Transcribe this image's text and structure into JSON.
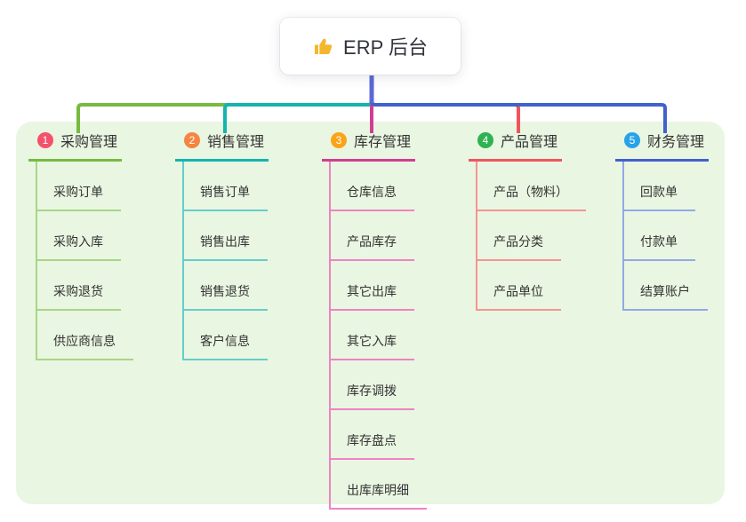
{
  "canvas": {
    "background": "#ffffff",
    "panel_background": "#e9f6e2"
  },
  "root": {
    "title": "ERP 后台",
    "icon": "thumbs-up-icon",
    "icon_color": "#f5b62e"
  },
  "connector": {
    "trunk_color": "#5a68d8"
  },
  "branches": [
    {
      "index": "1",
      "title": "采购管理",
      "badge_color": "#f4516c",
      "line_color": "#76bb40",
      "child_line_color": "#a9d585",
      "children": [
        "采购订单",
        "采购入库",
        "采购退货",
        "供应商信息"
      ]
    },
    {
      "index": "2",
      "title": "销售管理",
      "badge_color": "#f58540",
      "line_color": "#14b3ae",
      "child_line_color": "#66cdc9",
      "children": [
        "销售订单",
        "销售出库",
        "销售退货",
        "客户信息"
      ]
    },
    {
      "index": "3",
      "title": "库存管理",
      "badge_color": "#fba417",
      "line_color": "#d13d93",
      "child_line_color": "#ef83c2",
      "children": [
        "仓库信息",
        "产品库存",
        "其它出库",
        "其它入库",
        "库存调拨",
        "库存盘点",
        "出库库明细"
      ]
    },
    {
      "index": "4",
      "title": "产品管理",
      "badge_color": "#2fb350",
      "line_color": "#f0555e",
      "child_line_color": "#f59494",
      "children": [
        "产品（物料）",
        "产品分类",
        "产品单位"
      ]
    },
    {
      "index": "5",
      "title": "财务管理",
      "badge_color": "#29a3e8",
      "line_color": "#4161cc",
      "child_line_color": "#93a8e8",
      "children": [
        "回款单",
        "付款单",
        "结算账户"
      ]
    }
  ]
}
